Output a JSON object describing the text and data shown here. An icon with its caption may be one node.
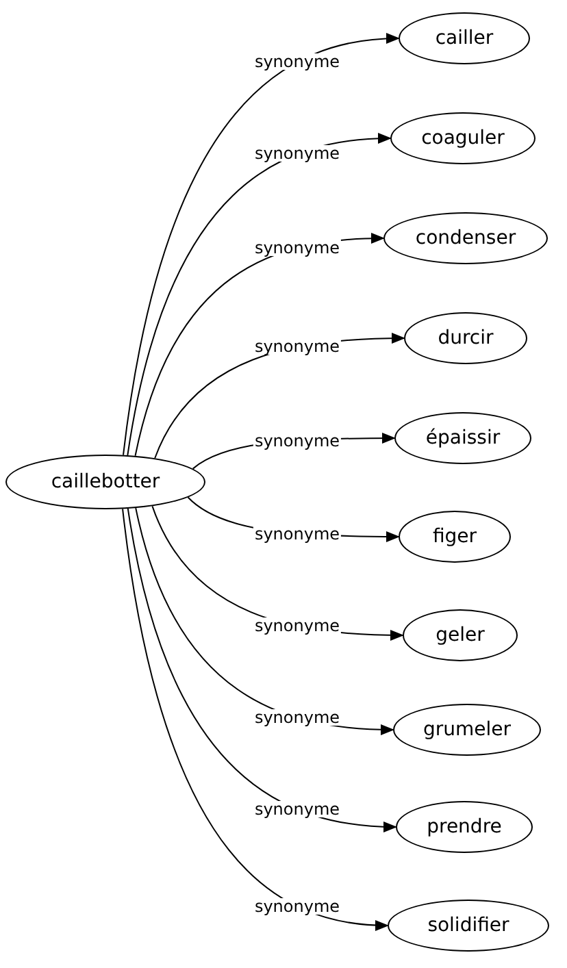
{
  "diagram": {
    "nodes": [
      {
        "text": [
          "caillebotter"
        ]
      },
      {
        "text": [
          "cailler"
        ]
      },
      {
        "text": [
          "coaguler"
        ]
      },
      {
        "text": [
          "condenser"
        ]
      },
      {
        "text": [
          "durcir"
        ]
      },
      {
        "text": [
          "épaissir"
        ]
      },
      {
        "text": [
          "figer"
        ]
      },
      {
        "text": [
          "geler"
        ]
      },
      {
        "text": [
          "grumeler"
        ]
      },
      {
        "text": [
          "prendre"
        ]
      },
      {
        "text": [
          "solidifier"
        ]
      }
    ],
    "edges": [
      {
        "from": 0,
        "to": 1,
        "arrow": "to",
        "label": "synonyme"
      },
      {
        "from": 0,
        "to": 2,
        "arrow": "to",
        "label": "synonyme"
      },
      {
        "from": 0,
        "to": 3,
        "arrow": "to",
        "label": "synonyme"
      },
      {
        "from": 0,
        "to": 4,
        "arrow": "to",
        "label": "synonyme"
      },
      {
        "from": 0,
        "to": 5,
        "arrow": "to",
        "label": "synonyme"
      },
      {
        "from": 0,
        "to": 6,
        "arrow": "to",
        "label": "synonyme"
      },
      {
        "from": 0,
        "to": 7,
        "arrow": "to",
        "label": "synonyme"
      },
      {
        "from": 0,
        "to": 8,
        "arrow": "to",
        "label": "synonyme"
      },
      {
        "from": 0,
        "to": 9,
        "arrow": "to",
        "label": "synonyme"
      },
      {
        "from": 0,
        "to": 10,
        "arrow": "to",
        "label": "synonyme"
      }
    ]
  }
}
